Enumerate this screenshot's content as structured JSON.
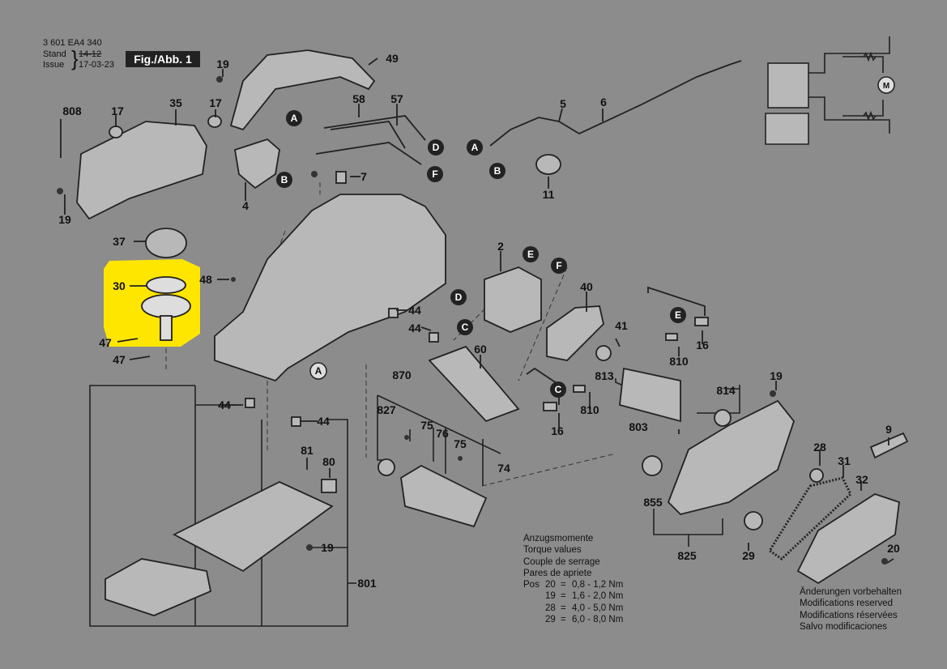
{
  "header": {
    "doc_number": "3 601 EA4 340",
    "stand_label": "Stand",
    "stand_old": "14-12",
    "issue_label": "Issue",
    "issue_date": "17-03-23",
    "figure_label": "Fig./Abb. 1"
  },
  "part_labels": [
    "808",
    "17",
    "35",
    "17",
    "19",
    "49",
    "58",
    "57",
    "5",
    "6",
    "19",
    "37",
    "48",
    "30",
    "47",
    "47",
    "4",
    "7",
    "11",
    "2",
    "40",
    "44",
    "44",
    "41",
    "810",
    "16",
    "60",
    "813",
    "870",
    "827",
    "75",
    "76",
    "75",
    "74",
    "19",
    "814",
    "9",
    "810",
    "16",
    "803",
    "44",
    "44",
    "81",
    "80",
    "28",
    "31",
    "32",
    "855",
    "825",
    "29",
    "20",
    "19",
    "801"
  ],
  "connectors": [
    "A",
    "B",
    "D",
    "F",
    "A",
    "B",
    "E",
    "F",
    "D",
    "C",
    "E",
    "C",
    "A"
  ],
  "highlight_color": "#ffe600",
  "torque": {
    "titles": [
      "Anzugsmomente",
      "Torque values",
      "Couple de serrage",
      "Pares de apriete"
    ],
    "pos_label": "Pos",
    "rows": [
      {
        "pos": "20",
        "value": "0,8 - 1,2 Nm"
      },
      {
        "pos": "19",
        "value": "1,6 - 2,0 Nm"
      },
      {
        "pos": "28",
        "value": "4,0 - 5,0 Nm"
      },
      {
        "pos": "29",
        "value": "6,0 - 8,0 Nm"
      }
    ]
  },
  "notice": [
    "Änderungen vorbehalten",
    "Modifications reserved",
    "Modifications réservées",
    "Salvo modificaciones"
  ]
}
